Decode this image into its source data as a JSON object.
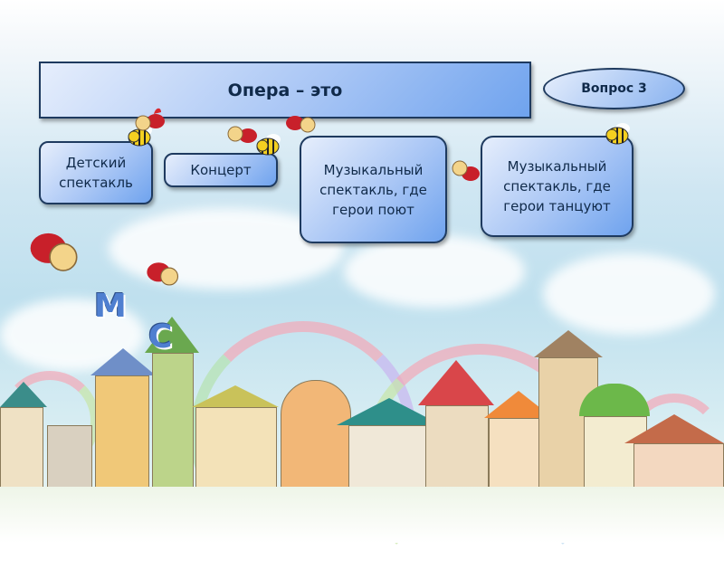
{
  "title": "Опера – это",
  "question_label": "Вопрос 3",
  "answers": [
    {
      "line1": "Детский",
      "line2": "спектакль",
      "line3": ""
    },
    {
      "line1": "Концерт",
      "line2": "",
      "line3": ""
    },
    {
      "line1": "Музыкальный",
      "line2": "спектакль, где",
      "line3": "герои поют"
    },
    {
      "line1": "Музыкальный",
      "line2": "спектакль, где",
      "line3": "герои танцуют"
    }
  ],
  "letters": [
    "М",
    "С"
  ],
  "colors": {
    "box_border": "#1e3a5f",
    "box_fill": "#a9c6f5",
    "text": "#102a4a"
  }
}
